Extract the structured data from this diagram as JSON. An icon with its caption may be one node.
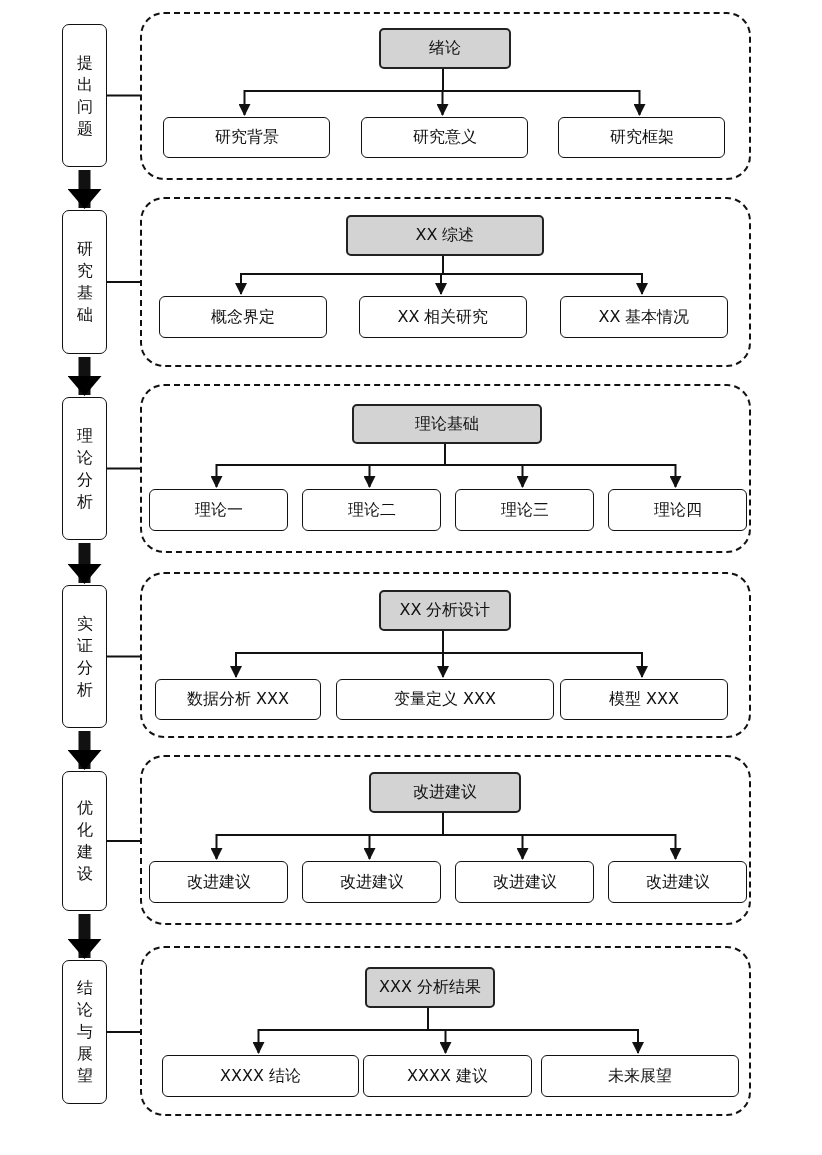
{
  "diagram": {
    "nodes": [
      {
        "text": [
          "提出问题"
        ]
      },
      {
        "text": [],
        "shape": "box"
      },
      {
        "text": [
          "绪论"
        ],
        "in": 1
      },
      {
        "text": [
          "研究背景"
        ],
        "in": 1
      },
      {
        "text": [
          "研究意义"
        ],
        "in": 1
      },
      {
        "text": [
          "研究框架"
        ],
        "in": 1
      },
      {
        "text": [
          "研究基础"
        ]
      },
      {
        "text": [],
        "shape": "box"
      },
      {
        "text": [
          "XX 综述"
        ],
        "in": 7
      },
      {
        "text": [
          "概念界定"
        ],
        "in": 7
      },
      {
        "text": [
          "XX 相关研究"
        ],
        "in": 7
      },
      {
        "text": [
          "XX 基本情况"
        ],
        "in": 7
      },
      {
        "text": [
          "理论分析"
        ]
      },
      {
        "text": [],
        "shape": "box"
      },
      {
        "text": [
          "理论基础"
        ],
        "in": 13
      },
      {
        "text": [
          "理论一"
        ],
        "in": 13
      },
      {
        "text": [
          "理论二"
        ],
        "in": 13
      },
      {
        "text": [
          "理论三"
        ],
        "in": 13
      },
      {
        "text": [
          "理论四"
        ],
        "in": 13
      },
      {
        "text": [
          "实证分析"
        ]
      },
      {
        "text": [],
        "shape": "box"
      },
      {
        "text": [
          "XX 分析设计"
        ],
        "in": 20
      },
      {
        "text": [
          "数据分析 XXX"
        ],
        "in": 20
      },
      {
        "text": [
          "变量定义 XXX"
        ],
        "in": 20
      },
      {
        "text": [
          "模型 XXX"
        ],
        "in": 20
      },
      {
        "text": [
          "优化建设"
        ]
      },
      {
        "text": [],
        "shape": "box"
      },
      {
        "text": [
          "改进建议"
        ],
        "in": 26
      },
      {
        "text": [
          "改进建议"
        ],
        "in": 26
      },
      {
        "text": [
          "改进建议"
        ],
        "in": 26
      },
      {
        "text": [
          "改进建议"
        ],
        "in": 26
      },
      {
        "text": [
          "改进建议"
        ],
        "in": 26
      },
      {
        "text": [
          "结论与展望"
        ]
      },
      {
        "text": [],
        "shape": "box"
      },
      {
        "text": [
          "XXX 分析结果"
        ],
        "in": 33
      },
      {
        "text": [
          "XXXX 结论"
        ],
        "in": 33
      },
      {
        "text": [
          "XXXX 建议"
        ],
        "in": 33
      },
      {
        "text": [
          "未来展望"
        ],
        "in": 33
      }
    ],
    "edges": [
      {
        "from": 0,
        "to": 1,
        "arrow": "none"
      },
      {
        "from": 2,
        "to": 3,
        "arrow": "to"
      },
      {
        "from": 2,
        "to": 4,
        "arrow": "to"
      },
      {
        "from": 2,
        "to": 5,
        "arrow": "to"
      },
      {
        "from": 0,
        "to": 6,
        "arrow": "to",
        "style": "thick"
      },
      {
        "from": 6,
        "to": 7,
        "arrow": "none"
      },
      {
        "from": 8,
        "to": 9,
        "arrow": "to"
      },
      {
        "from": 8,
        "to": 10,
        "arrow": "to"
      },
      {
        "from": 8,
        "to": 11,
        "arrow": "to"
      },
      {
        "from": 6,
        "to": 12,
        "arrow": "to",
        "style": "thick"
      },
      {
        "from": 12,
        "to": 13,
        "arrow": "none"
      },
      {
        "from": 14,
        "to": 15,
        "arrow": "to"
      },
      {
        "from": 14,
        "to": 16,
        "arrow": "to"
      },
      {
        "from": 14,
        "to": 17,
        "arrow": "to"
      },
      {
        "from": 14,
        "to": 18,
        "arrow": "to"
      },
      {
        "from": 12,
        "to": 19,
        "arrow": "to",
        "style": "thick"
      },
      {
        "from": 19,
        "to": 20,
        "arrow": "none"
      },
      {
        "from": 21,
        "to": 22,
        "arrow": "to"
      },
      {
        "from": 21,
        "to": 23,
        "arrow": "to"
      },
      {
        "from": 21,
        "to": 24,
        "arrow": "to"
      },
      {
        "from": 19,
        "to": 25,
        "arrow": "to",
        "style": "thick"
      },
      {
        "from": 25,
        "to": 26,
        "arrow": "none"
      },
      {
        "from": 27,
        "to": 28,
        "arrow": "to"
      },
      {
        "from": 27,
        "to": 29,
        "arrow": "to"
      },
      {
        "from": 27,
        "to": 30,
        "arrow": "to"
      },
      {
        "from": 27,
        "to": 31,
        "arrow": "to"
      },
      {
        "from": 25,
        "to": 32,
        "arrow": "to",
        "style": "thick"
      },
      {
        "from": 32,
        "to": 33,
        "arrow": "none"
      },
      {
        "from": 34,
        "to": 35,
        "arrow": "to"
      },
      {
        "from": 34,
        "to": 36,
        "arrow": "to"
      },
      {
        "from": 34,
        "to": 37,
        "arrow": "to"
      }
    ]
  }
}
